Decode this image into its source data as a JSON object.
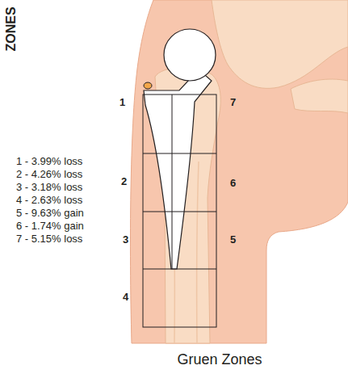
{
  "diagram": {
    "title": "ZONES",
    "caption": "Gruen Zones",
    "labels": [
      "1 - 3.99% loss",
      "2 - 4.26% loss",
      "3 - 3.18% loss",
      "4 - 2.63% loss",
      "5 - 9.63% gain",
      "6 - 1.74% gain",
      "7 - 5.15% loss",
      "1",
      "2",
      "3",
      "4",
      "7",
      "6",
      "5"
    ]
  }
}
